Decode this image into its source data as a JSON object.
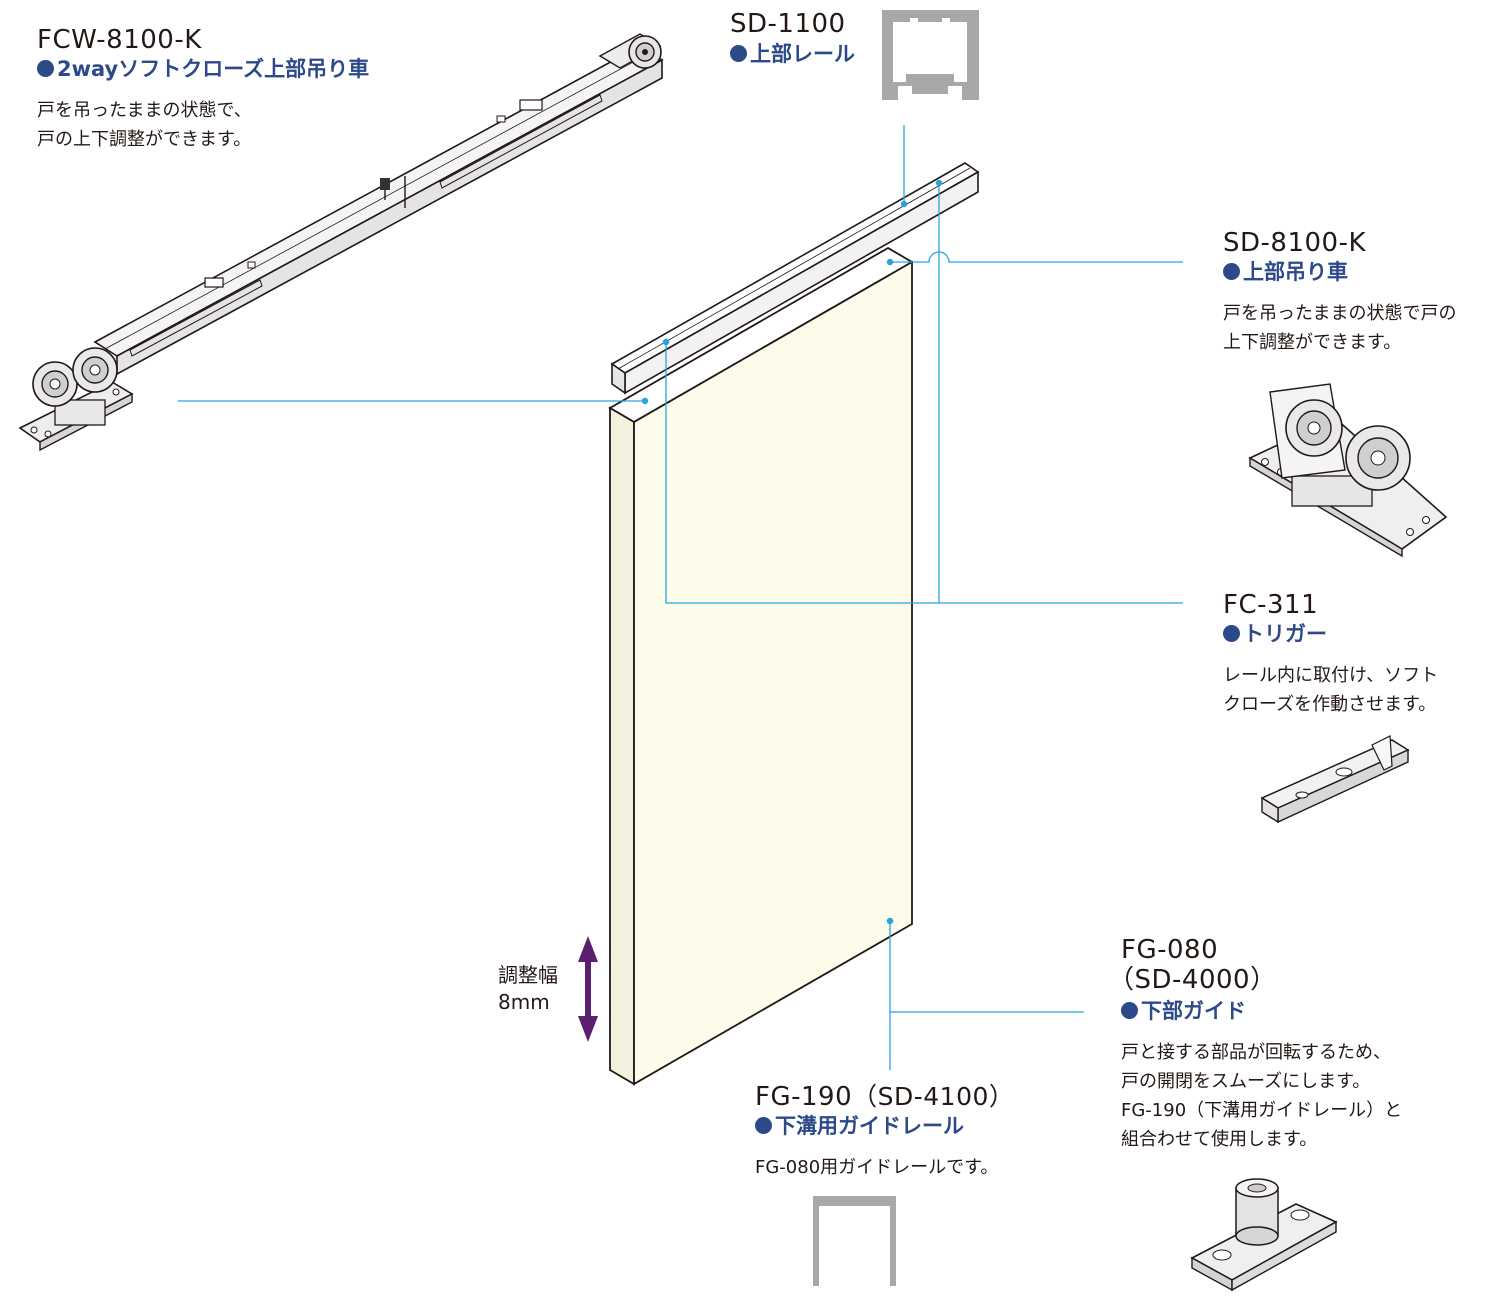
{
  "colors": {
    "leader": "#29a3e0",
    "part_name": "#2c4a8a",
    "arrow": "#5a1f6e",
    "door_face": "#fdfbea",
    "metal": "#a8a8a8"
  },
  "parts": {
    "fcw": {
      "code": "FCW-8100-K",
      "name": "2wayソフトクローズ上部吊り車",
      "desc": [
        "戸を吊ったままの状態で、",
        "戸の上下調整ができます。"
      ]
    },
    "sd1100": {
      "code": "SD-1100",
      "name": "上部レール"
    },
    "sd8100": {
      "code": "SD-8100-K",
      "name": "上部吊り車",
      "desc": [
        "戸を吊ったままの状態で戸の",
        "上下調整ができます。"
      ]
    },
    "fc311": {
      "code": "FC-311",
      "name": "トリガー",
      "desc": [
        "レール内に取付け、ソフト",
        "クローズを作動させます。"
      ]
    },
    "fg080": {
      "code": "FG-080",
      "code_sub": "（SD-4000）",
      "name": "下部ガイド",
      "desc": [
        "戸と接する部品が回転するため、",
        "戸の開閉をスムーズにします。",
        "FG-190（下溝用ガイドレール）と",
        "組合わせて使用します。"
      ]
    },
    "fg190": {
      "code": "FG-190",
      "code_sub": "（SD-4100）",
      "name": "下溝用ガイドレール",
      "desc": [
        "FG-080用ガイドレールです。"
      ]
    }
  },
  "adjust": {
    "label": "調整幅",
    "value": "8mm"
  }
}
